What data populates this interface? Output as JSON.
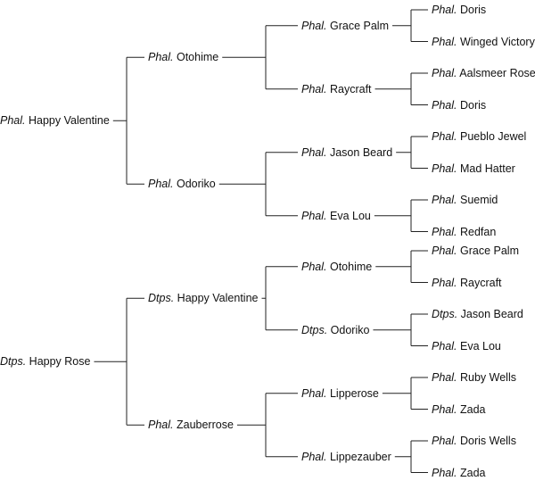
{
  "trees": [
    {
      "genus": "Phal.",
      "name": "Happy Valentine",
      "children": [
        {
          "genus": "Phal.",
          "name": "Otohime",
          "children": [
            {
              "genus": "Phal.",
              "name": "Grace Palm",
              "children": [
                {
                  "genus": "Phal.",
                  "name": "Doris"
                },
                {
                  "genus": "Phal.",
                  "name": "Winged Victory"
                }
              ]
            },
            {
              "genus": "Phal.",
              "name": "Raycraft",
              "children": [
                {
                  "genus": "Phal.",
                  "name": "Aalsmeer Rose"
                },
                {
                  "genus": "Phal.",
                  "name": "Doris"
                }
              ]
            }
          ]
        },
        {
          "genus": "Phal.",
          "name": "Odoriko",
          "children": [
            {
              "genus": "Phal.",
              "name": "Jason Beard",
              "children": [
                {
                  "genus": "Phal.",
                  "name": "Pueblo Jewel"
                },
                {
                  "genus": "Phal.",
                  "name": "Mad Hatter"
                }
              ]
            },
            {
              "genus": "Phal.",
              "name": "Eva Lou",
              "children": [
                {
                  "genus": "Phal.",
                  "name": "Suemid"
                },
                {
                  "genus": "Phal.",
                  "name": "Redfan"
                }
              ]
            }
          ]
        }
      ]
    },
    {
      "genus": "Dtps.",
      "name": "Happy Rose",
      "children": [
        {
          "genus": "Dtps.",
          "name": "Happy Valentine",
          "children": [
            {
              "genus": "Phal.",
              "name": "Otohime",
              "children": [
                {
                  "genus": "Phal.",
                  "name": "Grace Palm"
                },
                {
                  "genus": "Phal.",
                  "name": "Raycraft"
                }
              ]
            },
            {
              "genus": "Dtps.",
              "name": "Odoriko",
              "children": [
                {
                  "genus": "Dtps.",
                  "name": "Jason Beard"
                },
                {
                  "genus": "Phal.",
                  "name": "Eva Lou"
                }
              ]
            }
          ]
        },
        {
          "genus": "Phal.",
          "name": "Zauberrose",
          "children": [
            {
              "genus": "Phal.",
              "name": "Lipperose",
              "children": [
                {
                  "genus": "Phal.",
                  "name": "Ruby Wells"
                },
                {
                  "genus": "Phal.",
                  "name": "Zada"
                }
              ]
            },
            {
              "genus": "Phal.",
              "name": "Lippezauber",
              "children": [
                {
                  "genus": "Phal.",
                  "name": "Doris Wells"
                },
                {
                  "genus": "Phal.",
                  "name": "Zada"
                }
              ]
            }
          ]
        }
      ]
    }
  ]
}
